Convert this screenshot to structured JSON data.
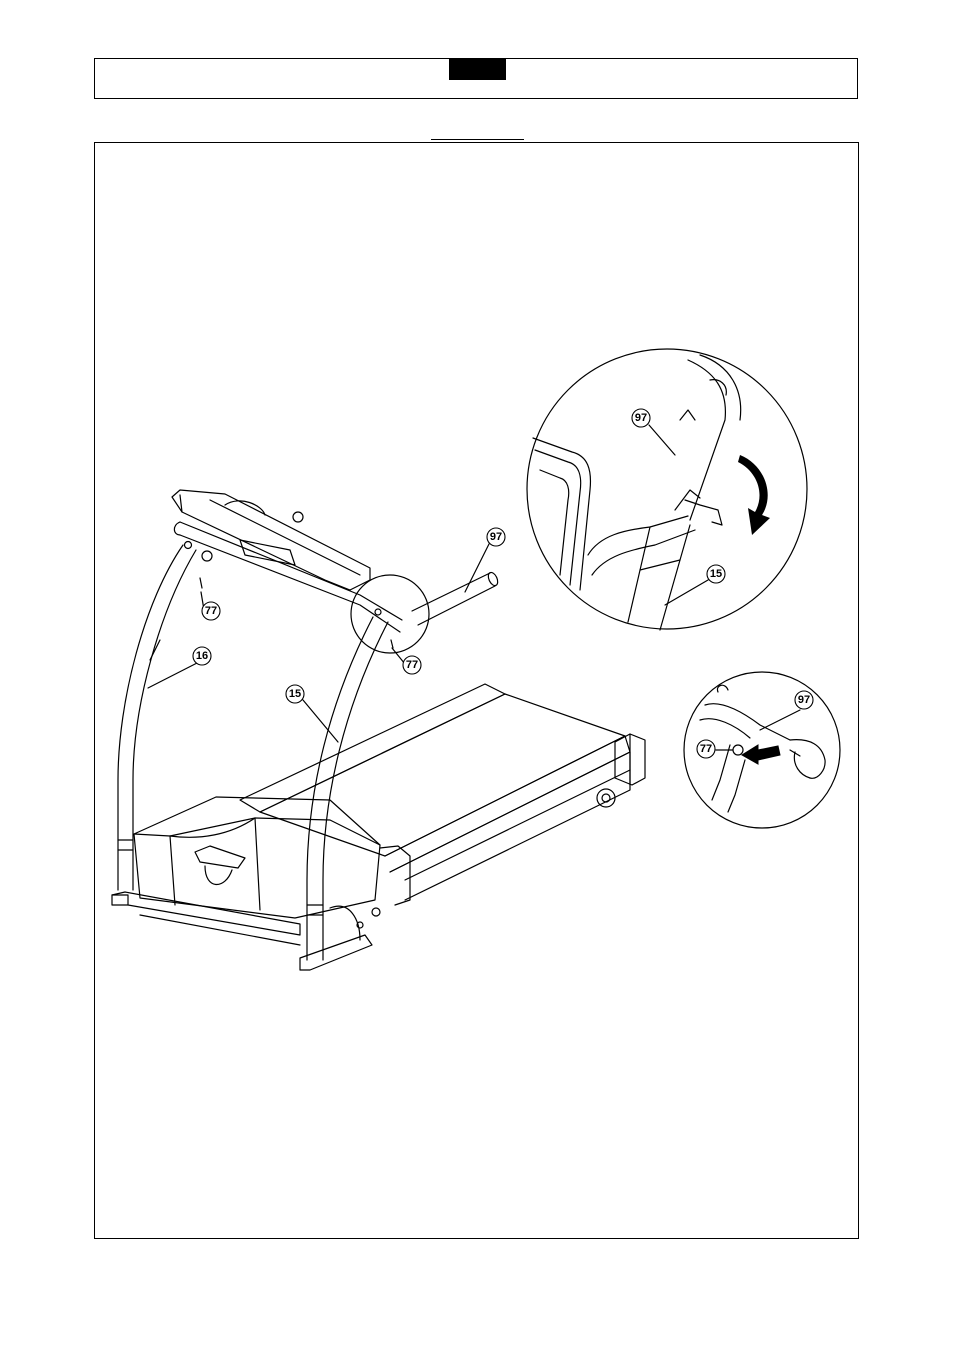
{
  "diagram": {
    "callouts": {
      "main_77_left": "77",
      "main_77_right": "77",
      "main_16": "16",
      "main_15": "15",
      "main_97": "97",
      "detail1_97": "97",
      "detail1_15": "15",
      "detail2_97": "97",
      "detail2_77": "77"
    },
    "icons": [
      "rotation-arrow-icon",
      "push-arrow-icon"
    ],
    "colors": {
      "line": "#000000",
      "background": "#ffffff"
    }
  }
}
